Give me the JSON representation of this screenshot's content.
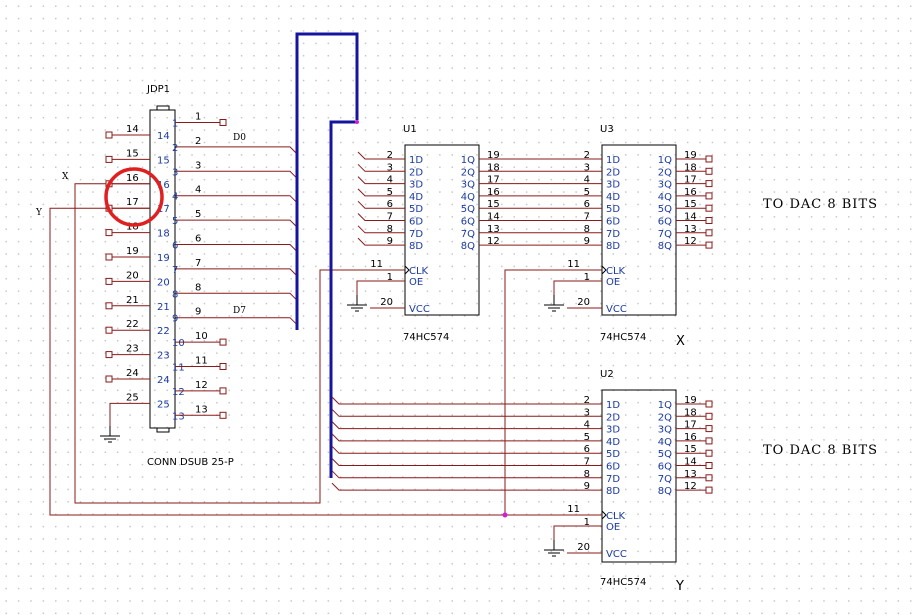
{
  "connector": {
    "ref": "JDP1",
    "value": "CONN DSUB 25-P",
    "left_pins": [
      "14",
      "15",
      "16",
      "17",
      "18",
      "19",
      "20",
      "21",
      "22",
      "23",
      "24",
      "25"
    ],
    "right_pins": [
      "1",
      "2",
      "3",
      "4",
      "5",
      "6",
      "7",
      "8",
      "9",
      "10",
      "11",
      "12",
      "13"
    ],
    "net_d0": "D0",
    "net_d7": "D7"
  },
  "nets": {
    "x": "X",
    "y": "Y"
  },
  "functions": {
    "d_inputs": [
      "1D",
      "2D",
      "3D",
      "4D",
      "5D",
      "6D",
      "7D",
      "8D"
    ],
    "q_outputs": [
      "1Q",
      "2Q",
      "3Q",
      "4Q",
      "5Q",
      "6Q",
      "7Q",
      "8Q"
    ],
    "clk": "CLK",
    "oe": "OE",
    "vcc": "VCC"
  },
  "pins": {
    "d": [
      "2",
      "3",
      "4",
      "5",
      "6",
      "7",
      "8",
      "9"
    ],
    "q": [
      "19",
      "18",
      "17",
      "16",
      "15",
      "14",
      "13",
      "12"
    ],
    "clk": "11",
    "oe": "1",
    "vcc": "20"
  },
  "chips": [
    {
      "ref": "U1",
      "part": "74HC574",
      "tag": ""
    },
    {
      "ref": "U3",
      "part": "74HC574",
      "tag": "X"
    },
    {
      "ref": "U2",
      "part": "74HC574",
      "tag": "Y"
    }
  ],
  "labels": {
    "dac_top": "TO DAC 8 BITS",
    "dac_bottom": "TO DAC 8 BITS"
  },
  "colors": {
    "wire": "#8b1a1a",
    "bus": "#1414a0",
    "highlight_circle": "#e02020",
    "junction": "#d020d0"
  }
}
